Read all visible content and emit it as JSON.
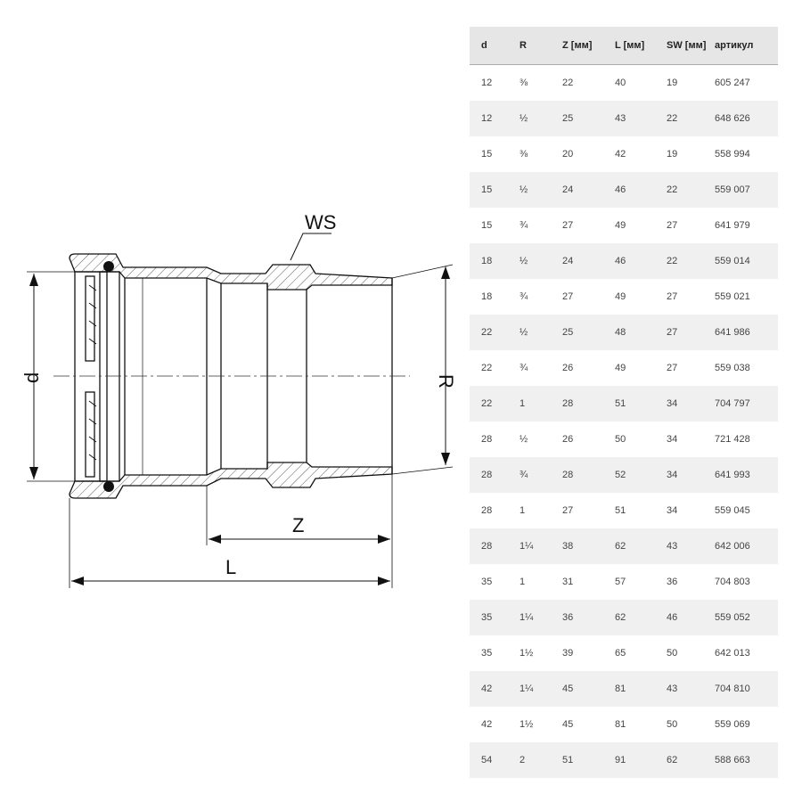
{
  "drawing": {
    "labels": {
      "ws": "WS",
      "d": "d",
      "r": "R",
      "z": "Z",
      "l": "L"
    }
  },
  "table": {
    "headers": [
      "d",
      "R",
      "Z [мм]",
      "L [мм]",
      "SW [мм]",
      "артикул"
    ],
    "rows": [
      [
        "12",
        "⅜",
        "22",
        "40",
        "19",
        "605 247"
      ],
      [
        "12",
        "½",
        "25",
        "43",
        "22",
        "648 626"
      ],
      [
        "15",
        "⅜",
        "20",
        "42",
        "19",
        "558 994"
      ],
      [
        "15",
        "½",
        "24",
        "46",
        "22",
        "559 007"
      ],
      [
        "15",
        "¾",
        "27",
        "49",
        "27",
        "641 979"
      ],
      [
        "18",
        "½",
        "24",
        "46",
        "22",
        "559 014"
      ],
      [
        "18",
        "¾",
        "27",
        "49",
        "27",
        "559 021"
      ],
      [
        "22",
        "½",
        "25",
        "48",
        "27",
        "641 986"
      ],
      [
        "22",
        "¾",
        "26",
        "49",
        "27",
        "559 038"
      ],
      [
        "22",
        "1",
        "28",
        "51",
        "34",
        "704 797"
      ],
      [
        "28",
        "½",
        "26",
        "50",
        "34",
        "721 428"
      ],
      [
        "28",
        "¾",
        "28",
        "52",
        "34",
        "641 993"
      ],
      [
        "28",
        "1",
        "27",
        "51",
        "34",
        "559 045"
      ],
      [
        "28",
        "1¼",
        "38",
        "62",
        "43",
        "642 006"
      ],
      [
        "35",
        "1",
        "31",
        "57",
        "36",
        "704 803"
      ],
      [
        "35",
        "1¼",
        "36",
        "62",
        "46",
        "559 052"
      ],
      [
        "35",
        "1½",
        "39",
        "65",
        "50",
        "642 013"
      ],
      [
        "42",
        "1¼",
        "45",
        "81",
        "43",
        "704 810"
      ],
      [
        "42",
        "1½",
        "45",
        "81",
        "50",
        "559 069"
      ],
      [
        "54",
        "2",
        "51",
        "91",
        "62",
        "588 663"
      ]
    ]
  }
}
